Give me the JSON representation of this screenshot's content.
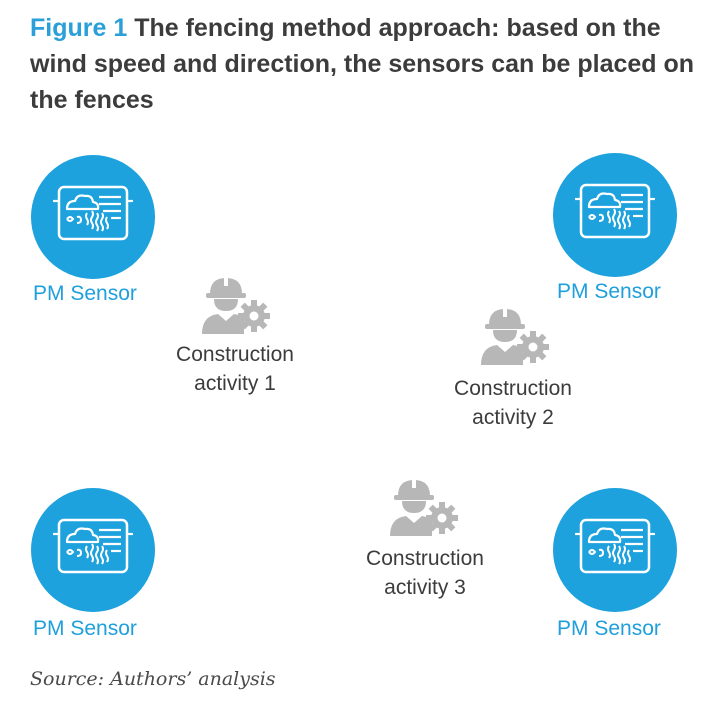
{
  "figure": {
    "label": "Figure 1",
    "title": "The fencing method approach: based on the wind speed and direction, the sensors can be placed on the fences"
  },
  "sensors": [
    {
      "label": "PM Sensor",
      "icon": "pm-sensor-icon"
    },
    {
      "label": "PM Sensor",
      "icon": "pm-sensor-icon"
    },
    {
      "label": "PM Sensor",
      "icon": "pm-sensor-icon"
    },
    {
      "label": "PM Sensor",
      "icon": "pm-sensor-icon"
    }
  ],
  "activities": [
    {
      "line1": "Construction",
      "line2": "activity 1",
      "icon": "construction-worker-gear-icon"
    },
    {
      "line1": "Construction",
      "line2": "activity 2",
      "icon": "construction-worker-gear-icon"
    },
    {
      "line1": "Construction",
      "line2": "activity 3",
      "icon": "construction-worker-gear-icon"
    }
  ],
  "source": "Source: Authors’ analysis",
  "colors": {
    "accent": "#1ea2dd",
    "text": "#3c3c3c",
    "icon_gray": "#b7b7b7"
  }
}
